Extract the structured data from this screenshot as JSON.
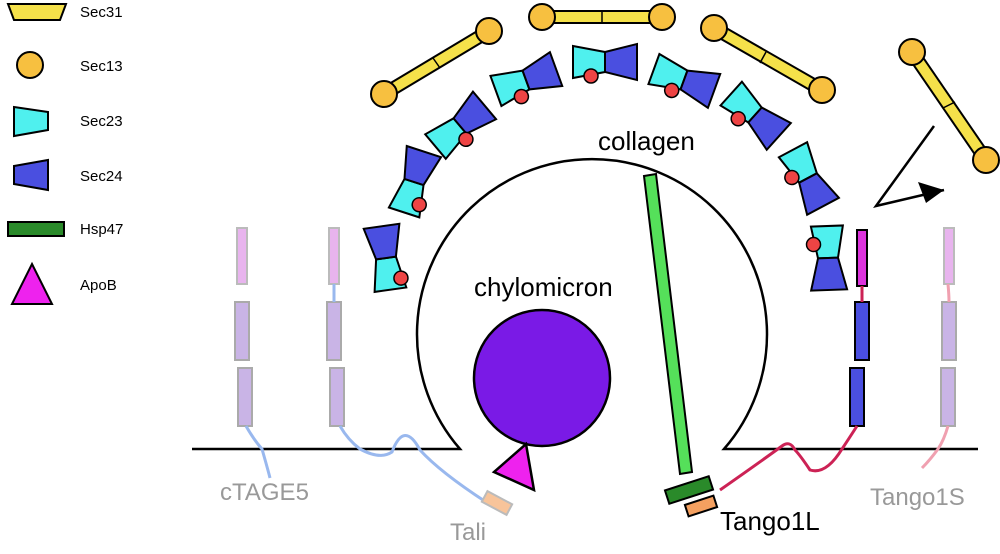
{
  "legend": {
    "sec31": "Sec31",
    "sec13": "Sec13",
    "sec23": "Sec23",
    "sec24": "Sec24",
    "hsp47": "Hsp47",
    "apob": "ApoB"
  },
  "labels": {
    "collagen": "collagen",
    "chylomicron": "chylomicron",
    "ctage5": "cTAGE5",
    "tali": "Tali",
    "tango1l": "Tango1L",
    "tango1s": "Tango1S"
  },
  "colors": {
    "sec31": "#f5e14a",
    "sec13": "#f7c040",
    "sec23": "#4ff0ee",
    "sec24": "#4a4fe0",
    "hsp47": "#2a8a2a",
    "apob": "#ee22ee",
    "collagen": "#55e05a",
    "chylomicron": "#7a1ae6",
    "knob": "#ee4444",
    "tango1": "#cc2255",
    "ctage": "#99b8ee",
    "tali_tip": "#f8c49a",
    "faded_segment": "#e0a8e8",
    "faded_label": "#999999"
  },
  "icons": [
    "sec31-rod",
    "sec13-ball",
    "sec23-wedge",
    "sec24-wedge",
    "hsp47-bar",
    "apob-triangle",
    "arrow"
  ]
}
